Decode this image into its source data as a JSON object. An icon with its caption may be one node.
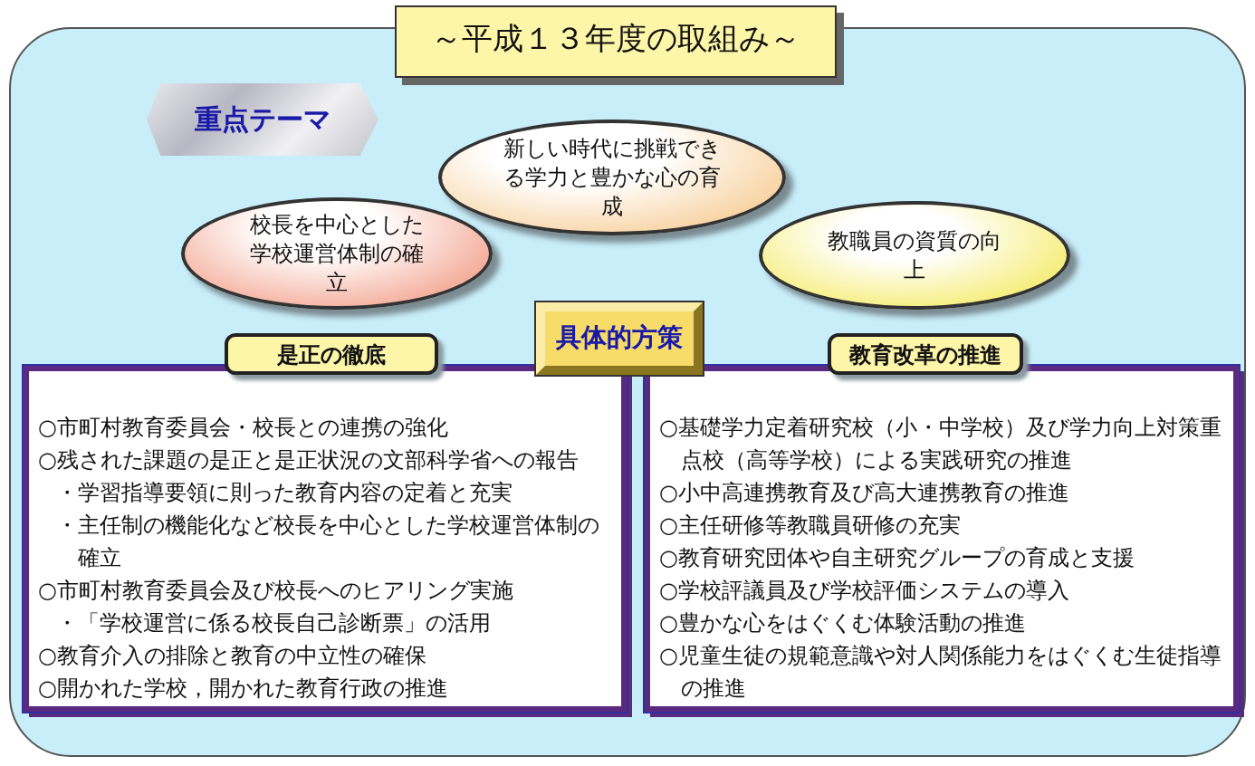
{
  "diagram": {
    "title": "～平成１３年度の取組み～",
    "nodes": [
      {
        "text": [],
        "shape": "box"
      },
      {
        "text": [
          "重点テーマ"
        ],
        "in": 0
      },
      {
        "text": [
          "新しい時代に挑戦できる学力と豊かな心の育成"
        ],
        "in": 0
      },
      {
        "text": [
          "校長を中心とした学校運営体制の確立"
        ],
        "in": 0
      },
      {
        "text": [
          "教職員の資質の向上"
        ],
        "in": 0
      },
      {
        "text": [
          "具体的方策"
        ],
        "in": 0
      },
      {
        "text": [
          "是正の徹底"
        ],
        "in": 0
      },
      {
        "text": [
          "○市町村教育委員会・校長との連携の強化",
          "○残された課題の是正と是正状況の文部科学省への報告",
          "・学習指導要領に則った教育内容の定着と充実",
          "・主任制の機能化など校長を中心とした学校運営体制の確立",
          "○市町村教育委員会及び校長へのヒアリング実施",
          "・「学校運営に係る校長自己診断票」の活用",
          "○教育介入の排除と教育の中立性の確保",
          "○開かれた学校，開かれた教育行政の推進"
        ],
        "in": 0
      },
      {
        "text": [
          "教育改革の推進"
        ],
        "in": 0
      },
      {
        "text": [
          "○基礎学力定着研究校（小・中学校）及び学力向上対策重点校（高等学校）による実践研究の推進",
          "○小中高連携教育及び高大連携教育の推進",
          "○主任研修等教職員研修の充実",
          "○教育研究団体や自主研究グループの育成と支援",
          "○学校評議員及び学校評価システムの導入",
          "○豊かな心をはぐくむ体験活動の推進",
          "○児童生徒の規範意識や対人関係能力をはぐくむ生徒指導の推進"
        ],
        "in": 0
      }
    ]
  }
}
